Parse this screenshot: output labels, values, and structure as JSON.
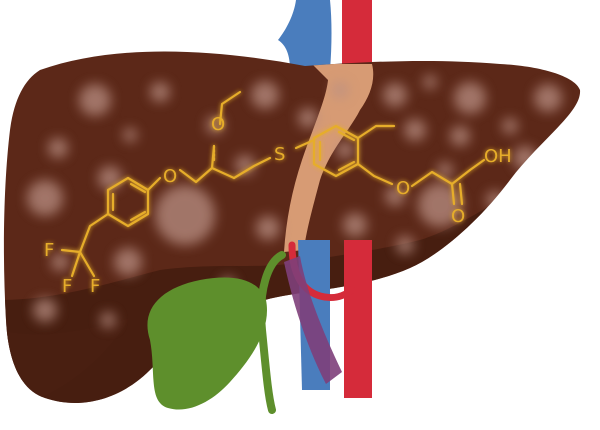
{
  "colors": {
    "liver": "#5c2818",
    "liver_dark": "#3f190d",
    "liver_spot": "#b98f83",
    "ligament": "#d79b74",
    "vein": "#4a7dbd",
    "artery": "#d52b3a",
    "bile_duct": "#6b6a3c",
    "portal": "#7e3f7a",
    "gallbladder": "#5e8f2c",
    "molecule": "#e6ad2a"
  },
  "molecule": {
    "atoms": {
      "oxygen_ether_top": "O",
      "oxygen_aryl_left": "O",
      "sulfur": "S",
      "oxygen_aryl_right": "O",
      "oxygen_acid_oh": "OH",
      "oxygen_acid_carbonyl": "O",
      "fluorine_1": "F",
      "fluorine_2": "F",
      "fluorine_3": "F"
    }
  },
  "icons": {
    "liver": "liver-organ-icon",
    "gallbladder": "gallbladder-icon",
    "inferior_vena_cava": "vein-icon",
    "aorta": "artery-icon"
  }
}
